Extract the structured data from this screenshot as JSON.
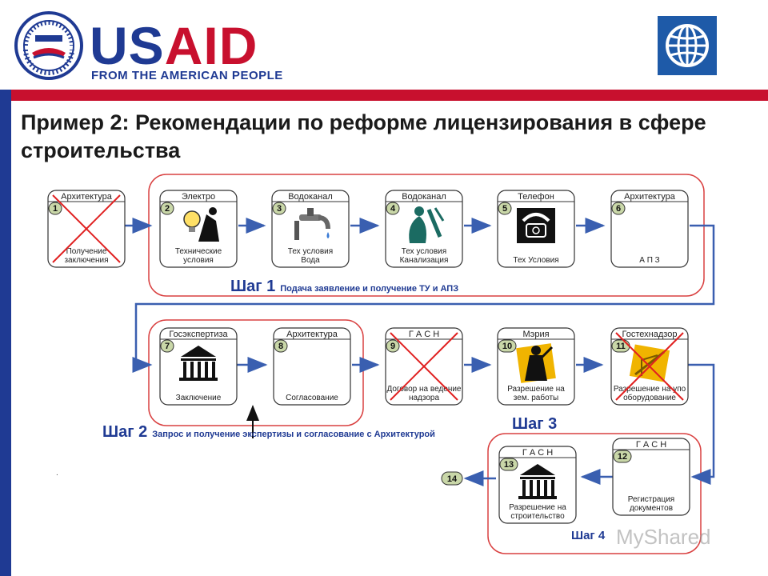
{
  "header": {
    "usaid_word_part1": "US",
    "usaid_word_part2": "AID",
    "usaid_tagline": "FROM THE AMERICAN PEOPLE"
  },
  "colors": {
    "accent_red": "#c8102e",
    "accent_blue": "#1f3a93",
    "arrow_blue": "#3a5fb0",
    "cross_red": "#e02020",
    "stamp_yellow": "#f0b400"
  },
  "title": "Пример 2: Рекомендации по реформе лицензирования в сфере строительства",
  "boxes": [
    {
      "num": "1",
      "title": "Архитектура",
      "label": [
        "Получение",
        "заключения"
      ],
      "icon": "none",
      "crossed": true
    },
    {
      "num": "2",
      "title": "Электро",
      "label": [
        "Технические",
        "условия"
      ],
      "icon": "electric-worker-icon",
      "crossed": false
    },
    {
      "num": "3",
      "title": "Водоканал",
      "label": [
        "Тех условия",
        "Вода"
      ],
      "icon": "water-tap-icon",
      "crossed": false
    },
    {
      "num": "4",
      "title": "Водоканал",
      "label": [
        "Тех условия",
        "Канализация"
      ],
      "icon": "plumber-icon",
      "crossed": false
    },
    {
      "num": "5",
      "title": "Телефон",
      "label": [
        "Тех Условия"
      ],
      "icon": "telephone-icon",
      "crossed": false
    },
    {
      "num": "6",
      "title": "Архитектура",
      "label": [
        "А П З"
      ],
      "icon": "none",
      "crossed": false
    },
    {
      "num": "7",
      "title": "Госэкспертиза",
      "label": [
        "Заключение"
      ],
      "icon": "government-building-icon",
      "crossed": false
    },
    {
      "num": "8",
      "title": "Архитектура",
      "label": [
        "Согласование"
      ],
      "icon": "none",
      "crossed": false
    },
    {
      "num": "9",
      "title": "Г А С Н",
      "label": [
        "Договор на ведение",
        "надзора"
      ],
      "icon": "none",
      "crossed": true
    },
    {
      "num": "10",
      "title": "Мэрия",
      "label": [
        "Разрешение на",
        "зем. работы"
      ],
      "icon": "worker-stamp-icon",
      "crossed": false
    },
    {
      "num": "11",
      "title": "Гостехнадзор",
      "label": [
        "Разрешение на упо",
        "оборудование"
      ],
      "icon": "crane-stamp-icon",
      "crossed": true
    },
    {
      "num": "12",
      "title": "Г А С Н",
      "label": [
        "Регистрация",
        "документов"
      ],
      "icon": "none",
      "crossed": false
    },
    {
      "num": "13",
      "title": "Г А С Н",
      "label": [
        "Разрешение на",
        "строительство"
      ],
      "icon": "government-building-icon",
      "crossed": false
    }
  ],
  "final_badge": "14",
  "steps": [
    {
      "big": "Шаг 1",
      "small": "Подача заявление и получение ТУ и АПЗ"
    },
    {
      "big": "Шаг 2",
      "small": "Запрос и получение экспертизы и согласование с Архитектурой"
    },
    {
      "big": "Шаг 3",
      "small": ""
    },
    {
      "big": "Шаг 4",
      "small": ""
    }
  ],
  "watermark": "MyShared",
  "dot": "."
}
